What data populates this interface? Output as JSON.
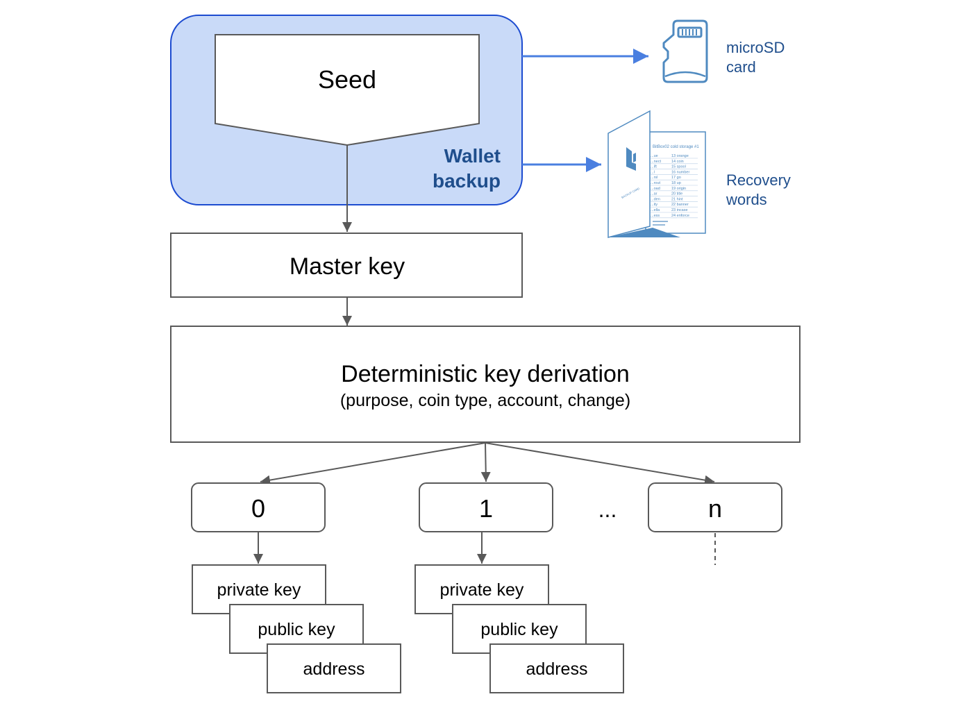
{
  "seed": {
    "label": "Seed"
  },
  "wallet_backup": {
    "line1": "Wallet",
    "line2": "backup"
  },
  "microsd": {
    "line1": "microSD",
    "line2": "card"
  },
  "recovery": {
    "line1": "Recovery",
    "line2": "words",
    "card_title": "BitBox02 cold storage #1",
    "card_cover": "BACKUP CARD",
    "words_left": [
      "...ue",
      "...nect",
      "...ift",
      "...l",
      "...rsl",
      "...rout",
      "...oad",
      "...ar",
      "...den",
      "...ity",
      "...ella",
      "...ess"
    ],
    "words_right": [
      "13 orange",
      "14 coin",
      "15 spool",
      "16 number",
      "17 go",
      "18 up",
      "19 origin",
      "20 title",
      "21 hint",
      "22 banner",
      "23 incase",
      "24 enforce"
    ]
  },
  "master_key": {
    "label": "Master key"
  },
  "derivation": {
    "title": "Deterministic key derivation",
    "subtitle": "(purpose, coin type, account, change)"
  },
  "indices": [
    {
      "label": "0"
    },
    {
      "label": "1"
    },
    {
      "label": "n"
    }
  ],
  "ellipsis": "...",
  "key_stacks": [
    {
      "private": "private key",
      "public": "public key",
      "address": "address"
    },
    {
      "private": "private key",
      "public": "public key",
      "address": "address"
    }
  ],
  "colors": {
    "backup_fill": "#c9daf8",
    "backup_stroke": "#1c4bd0",
    "arrow_blue": "#4a7fe0",
    "arrow_gray": "#595959",
    "icon_blue": "#4f8ac0",
    "label_blue": "#1f4e8c"
  }
}
